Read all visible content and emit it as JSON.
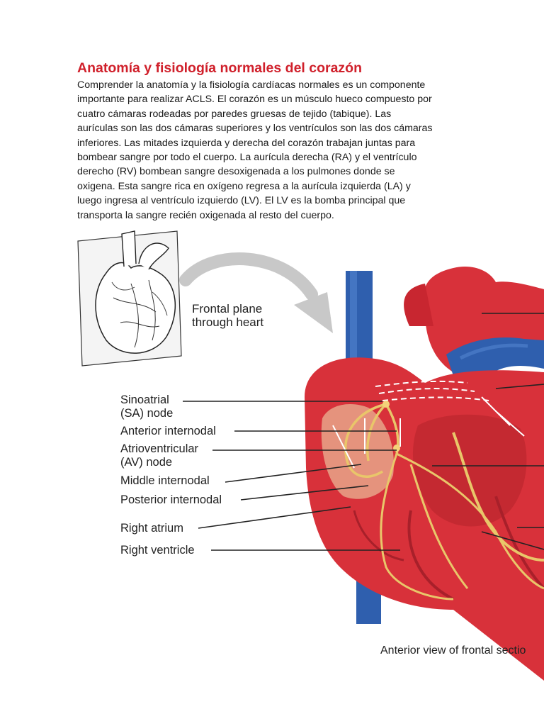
{
  "document": {
    "title": "Anatomía y fisiología normales del corazón",
    "paragraph_lines": [
      "Comprender la anatomía y la fisiología cardíacas normales es un componente",
      "importante para realizar ACLS. El corazón es un músculo hueco compuesto por",
      "cuatro cámaras rodeadas por paredes gruesas de tejido (tabique). Las",
      "aurículas son las dos cámaras superiores y los ventrículos son las dos cámaras",
      "inferiores. Las mitades izquierda y derecha del corazón trabajan juntas para",
      "bombear sangre por todo el cuerpo. La aurícula derecha (RA) y el ventrículo",
      "derecho (RV) bombean sangre desoxigenada a los pulmones donde se",
      "oxigena. Esta sangre rica en oxígeno regresa a la aurícula izquierda (LA) y",
      "luego ingresa al ventrículo izquierdo (LV). El LV es la bomba principal que",
      "transporta la sangre recién oxigenada al resto del cuerpo."
    ]
  },
  "figure": {
    "plane_label_line1": "Frontal plane",
    "plane_label_line2": "through heart",
    "labels": {
      "sa_node_1": "Sinoatrial",
      "sa_node_2": "(SA) node",
      "anterior_internodal": "Anterior internodal",
      "av_node_1": "Atrioventricular",
      "av_node_2": "(AV) node",
      "middle_internodal": "Middle internodal",
      "posterior_internodal": "Posterior internodal",
      "right_atrium": "Right atrium",
      "right_ventricle": "Right ventricle"
    },
    "caption": "Anterior view of frontal sectio",
    "colors": {
      "muscle": "#d8313a",
      "muscle_dark": "#a8202a",
      "vein": "#2f5fae",
      "conduction": "#e9c66a",
      "arrow_gray": "#c8c8c8"
    }
  }
}
